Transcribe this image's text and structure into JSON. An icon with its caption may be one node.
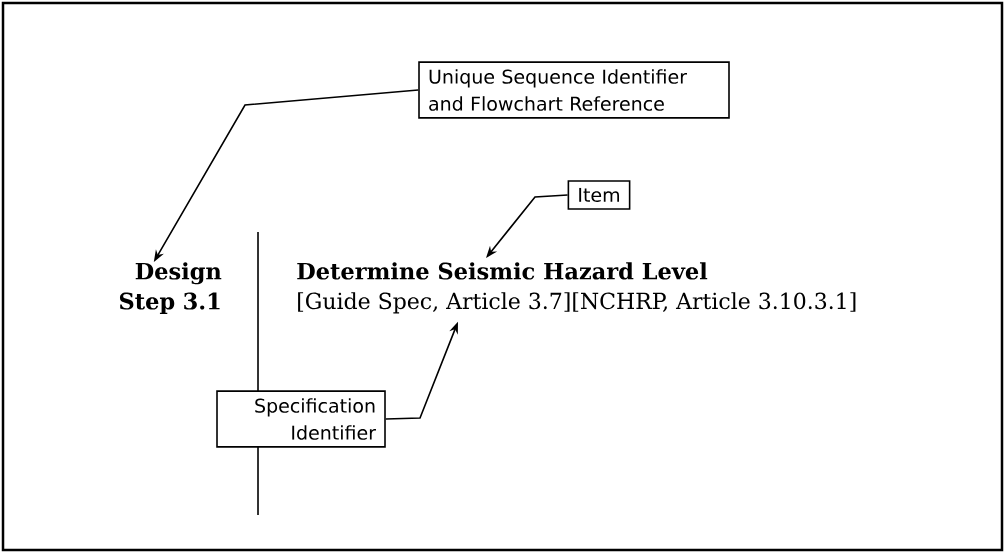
{
  "diagram": {
    "nodes": [
      {
        "text": [
          "Unique Sequence Identifier and Flowchart Reference"
        ]
      },
      {
        "text": [
          "Design Step 3.1"
        ]
      },
      {
        "text": [
          "Item"
        ]
      },
      {
        "text": [
          "Determine Seismic Hazard Level"
        ]
      },
      {
        "text": [
          "[Guide Spec, Article 3.7][NCHRP, Article 3.10.3.1]"
        ]
      },
      {
        "text": [
          "Specification Identifier"
        ]
      }
    ],
    "edges": [
      {
        "from": 0,
        "to": 1,
        "arrow": "to"
      },
      {
        "from": 2,
        "to": 3,
        "arrow": "to"
      },
      {
        "from": 5,
        "to": 4,
        "arrow": "to"
      }
    ]
  }
}
